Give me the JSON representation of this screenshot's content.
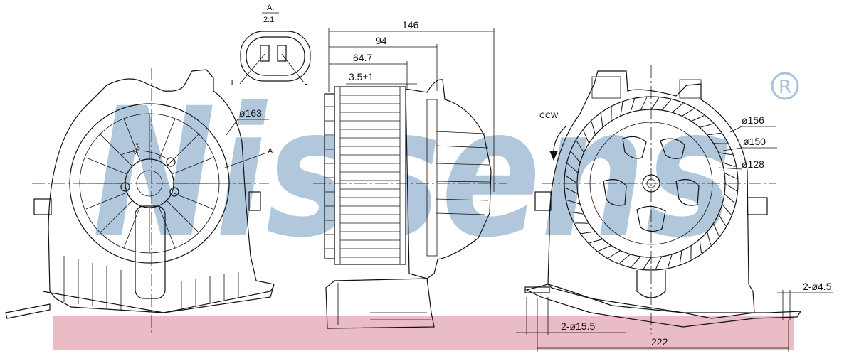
{
  "watermark": {
    "brand": "Nissens",
    "registered": "®"
  },
  "colors": {
    "watermark": "#a9c3d9",
    "band": "#e3a6b3",
    "line": "#111111"
  },
  "detail": {
    "title": "A:",
    "scale": "2:1",
    "plus": "+",
    "minus": "-"
  },
  "front_view": {
    "dia_label": "ø163",
    "angle_label": "46°",
    "section_label": "A"
  },
  "side_view": {
    "dim_overall": "146",
    "dim_94": "94",
    "dim_64": "64.7",
    "dim_gap": "3.5±1"
  },
  "rear_view": {
    "rotation": "CCW",
    "dia_outer": "ø156",
    "dia_mid": "ø150",
    "dia_inner": "ø128",
    "holes_small": "2-ø4.5",
    "holes_large": "2-ø15.5",
    "base_width": "222"
  }
}
